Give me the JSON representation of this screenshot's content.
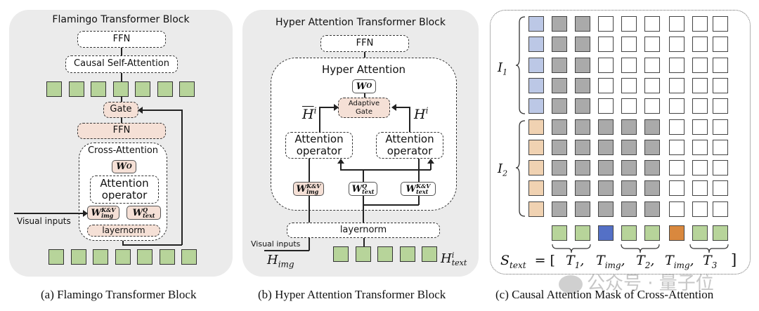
{
  "panels": {
    "a": {
      "title": "Flamingo Transformer Block",
      "ffn_top": "FFN",
      "causal_self_attention": "Causal Self-Attention",
      "gate": "Gate",
      "ffn": "FFN",
      "cross_attention": "Cross-Attention",
      "wo": "W",
      "wo_sup": "O",
      "attention_operator_l1": "Attention",
      "attention_operator_l2": "operator",
      "w_img": "W",
      "w_img_sup": "K&V",
      "w_img_sub": "img",
      "w_text": "W",
      "w_text_sup": "Q",
      "w_text_sub": "text",
      "layernorm": "layernorm",
      "visual_inputs": "Visual inputs",
      "token_count": 7,
      "caption": "(a) Flamingo Transformer Block"
    },
    "b": {
      "title": "Hyper Attention Transformer Block",
      "ffn": "FFN",
      "hyper_attention": "Hyper Attention",
      "wo": "W",
      "wo_sup": "O",
      "adaptive_gate_l1": "Adaptive",
      "adaptive_gate_l2": "Gate",
      "h_bar": "H",
      "h_bar_sup": "i",
      "h_hat": "H",
      "h_hat_sup": "i",
      "attn_left_l1": "Attention",
      "attn_left_l2": "operator",
      "attn_right_l1": "Attention",
      "attn_right_l2": "operator",
      "w_img": "W",
      "w_img_sup": "K&V",
      "w_img_sub": "img",
      "w_q": "W",
      "w_q_sup": "Q",
      "w_q_sub": "text",
      "w_text_kv": "W",
      "w_text_kv_sup": "K&V",
      "w_text_kv_sub": "text",
      "layernorm": "layernorm",
      "visual_inputs": "Visual inputs",
      "h_img": "H",
      "h_img_sub": "img",
      "h_text": "H",
      "h_text_sup": "i",
      "h_text_sub": "text",
      "token_count": 5,
      "caption": "(b) Hyper Attention Transformer Block"
    },
    "c": {
      "i1": "I",
      "i1_sub": "1",
      "i2": "I",
      "i2_sub": "2",
      "mask_rows": [
        [
          "img1",
          "gray",
          "gray",
          "white",
          "white",
          "white",
          "white",
          "white",
          "white"
        ],
        [
          "img1",
          "gray",
          "gray",
          "white",
          "white",
          "white",
          "white",
          "white",
          "white"
        ],
        [
          "img1",
          "gray",
          "gray",
          "white",
          "white",
          "white",
          "white",
          "white",
          "white"
        ],
        [
          "img1",
          "gray",
          "gray",
          "white",
          "white",
          "white",
          "white",
          "white",
          "white"
        ],
        [
          "img1",
          "gray",
          "gray",
          "white",
          "white",
          "white",
          "white",
          "white",
          "white"
        ],
        [
          "img2",
          "gray",
          "gray",
          "gray",
          "gray",
          "gray",
          "white",
          "white",
          "white"
        ],
        [
          "img2",
          "gray",
          "gray",
          "gray",
          "gray",
          "gray",
          "white",
          "white",
          "white"
        ],
        [
          "img2",
          "gray",
          "gray",
          "gray",
          "gray",
          "gray",
          "white",
          "white",
          "white"
        ],
        [
          "img2",
          "gray",
          "gray",
          "gray",
          "gray",
          "gray",
          "white",
          "white",
          "white"
        ],
        [
          "img2",
          "gray",
          "gray",
          "gray",
          "gray",
          "gray",
          "white",
          "white",
          "white"
        ]
      ],
      "text_tokens": [
        "text",
        "text",
        "img1",
        "text",
        "text",
        "img2",
        "text",
        "text"
      ],
      "colors": {
        "img1": "#bcc8e6",
        "img2": "#f0d2b2",
        "gray": "#aaaaaa",
        "white": "#ffffff",
        "text": "#b7d49a",
        "img_token1": "#5470c6",
        "img_token2": "#d9883e"
      },
      "s_text": "S",
      "s_text_sub": "text",
      "equals": "= [",
      "t1": "T",
      "t1_sub": "1",
      "t_img_a": "T",
      "t_img_a_sub": "img",
      "t2": "T",
      "t2_sub": "2",
      "t_img_b": "T",
      "t_img_b_sub": "img",
      "t3": "T",
      "t3_sub": "3",
      "close_bracket": "]",
      "watermark": "公众号 · 量子位",
      "caption": "(c) Causal Attention Mask of Cross-Attention"
    }
  }
}
